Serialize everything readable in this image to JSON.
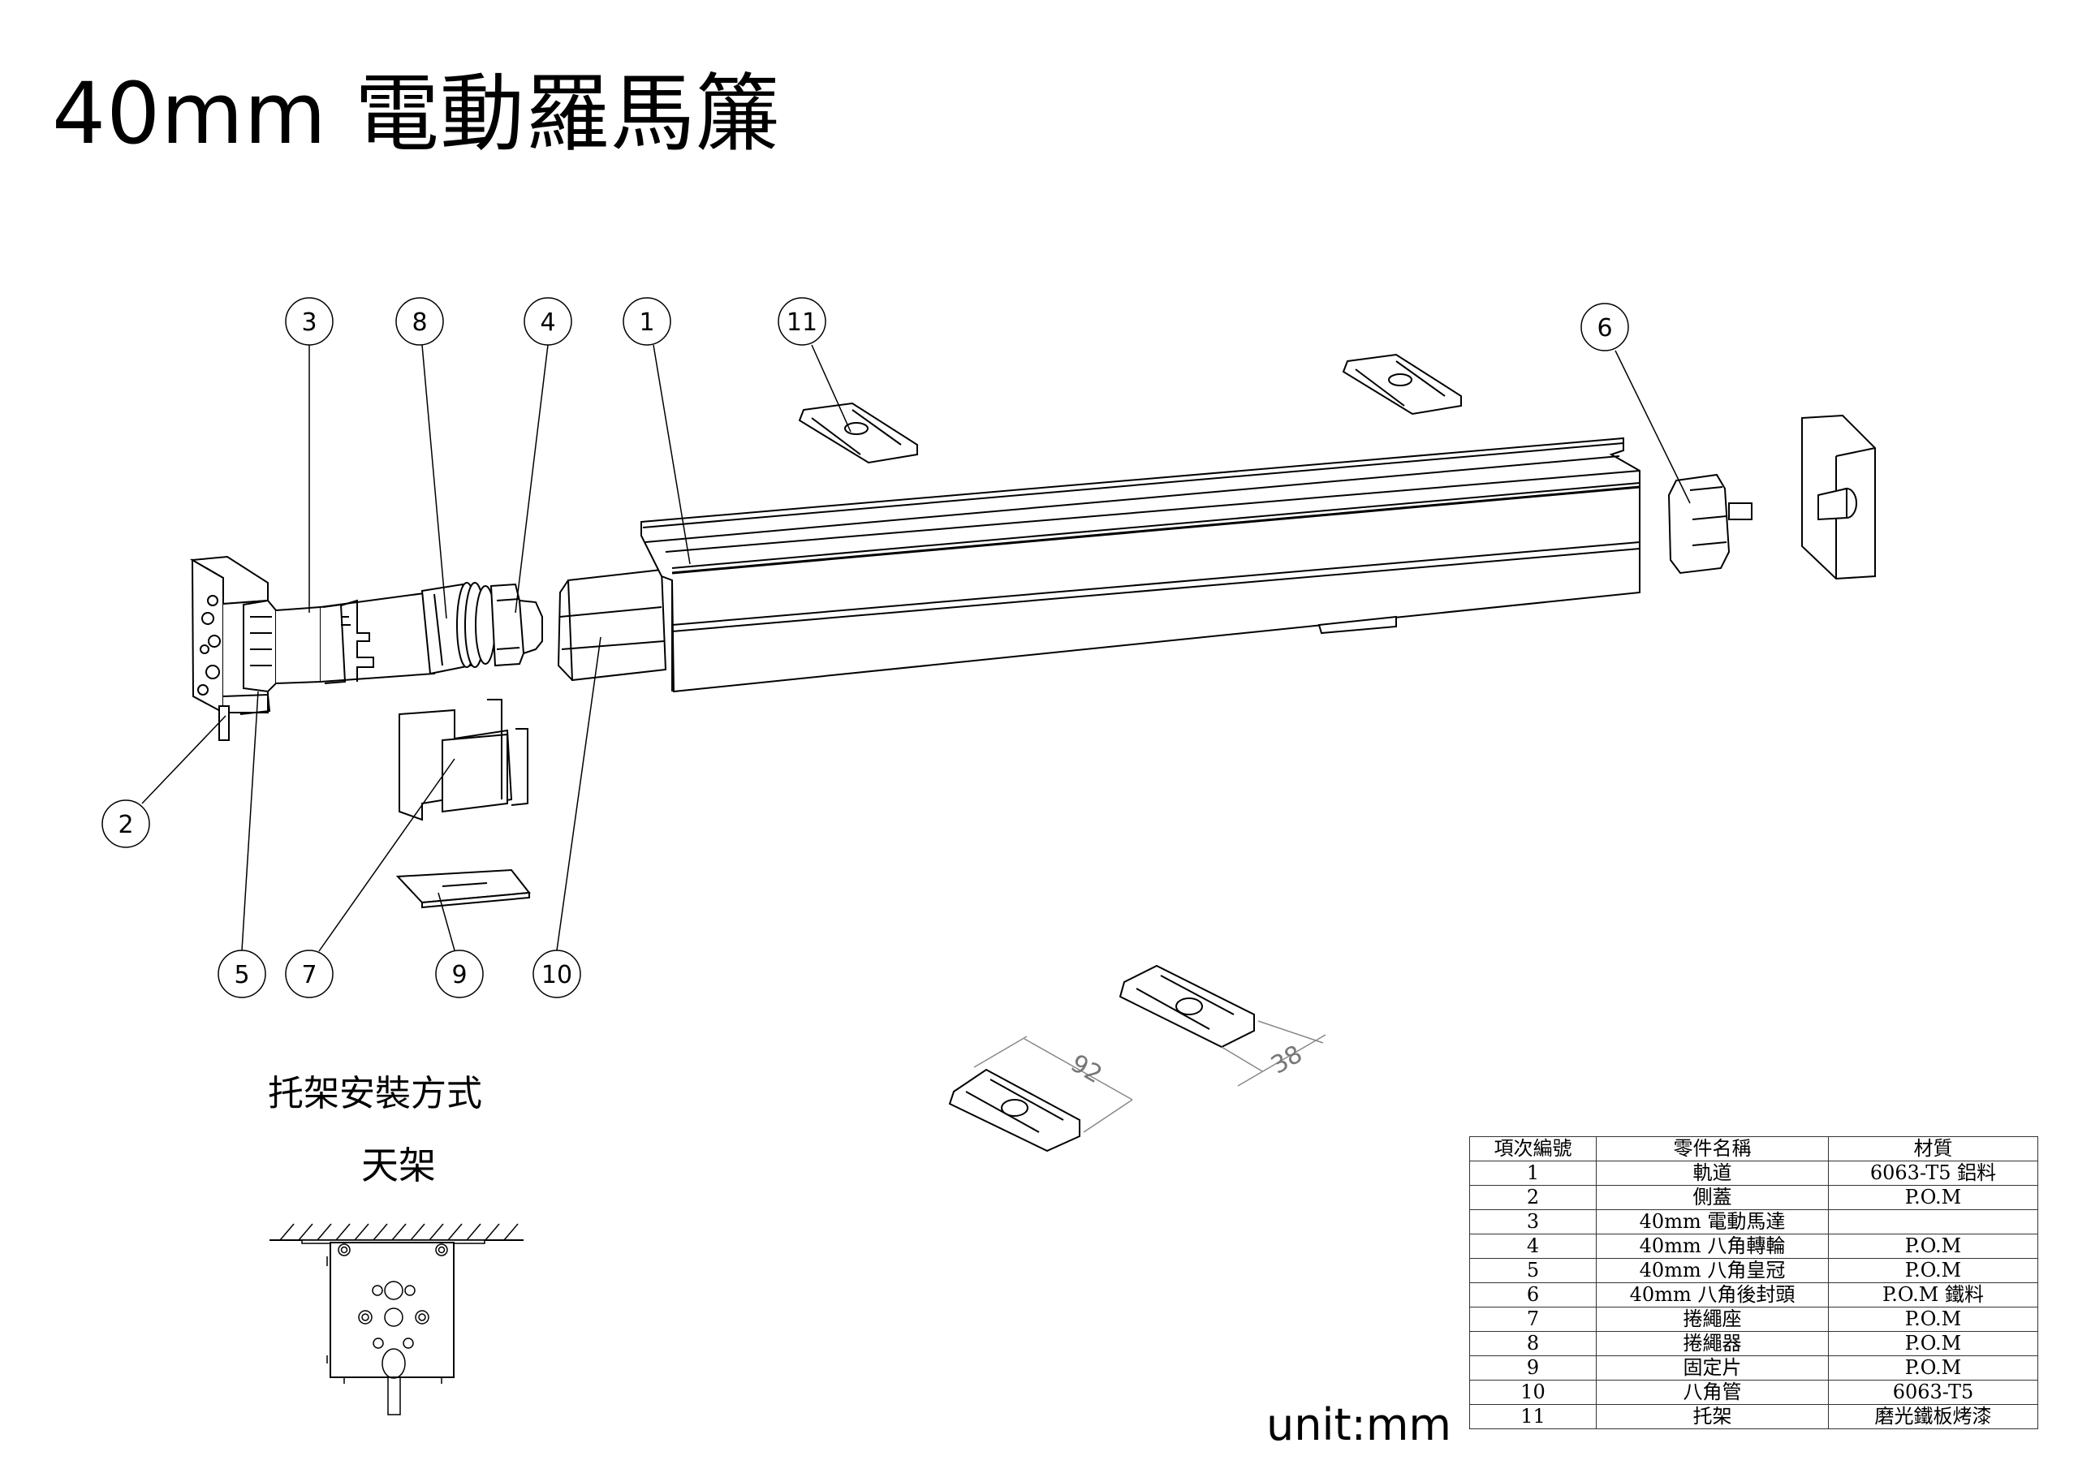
{
  "title": "40mm 電動羅馬簾",
  "callouts": [
    {
      "id": "1",
      "label": "1"
    },
    {
      "id": "2",
      "label": "2"
    },
    {
      "id": "3",
      "label": "3"
    },
    {
      "id": "4",
      "label": "4"
    },
    {
      "id": "5",
      "label": "5"
    },
    {
      "id": "6",
      "label": "6"
    },
    {
      "id": "7",
      "label": "7"
    },
    {
      "id": "8",
      "label": "8"
    },
    {
      "id": "9",
      "label": "9"
    },
    {
      "id": "10",
      "label": "10"
    },
    {
      "id": "11",
      "label": "11"
    }
  ],
  "dimensions": {
    "length": "92",
    "width": "38"
  },
  "mounting": {
    "title": "托架安裝方式",
    "type": "天架"
  },
  "unit_label": "unit:mm",
  "bom": {
    "headers": [
      "項次編號",
      "零件名稱",
      "材質"
    ],
    "rows": [
      {
        "no": "1",
        "name": "軌道",
        "material": "6063-T5 鋁料"
      },
      {
        "no": "2",
        "name": "側蓋",
        "material": "P.O.M"
      },
      {
        "no": "3",
        "name": "40mm 電動馬達",
        "material": ""
      },
      {
        "no": "4",
        "name": "40mm 八角轉輪",
        "material": "P.O.M"
      },
      {
        "no": "5",
        "name": "40mm 八角皇冠",
        "material": "P.O.M"
      },
      {
        "no": "6",
        "name": "40mm 八角後封頭",
        "material": "P.O.M 鐵料"
      },
      {
        "no": "7",
        "name": "捲繩座",
        "material": "P.O.M"
      },
      {
        "no": "8",
        "name": "捲繩器",
        "material": "P.O.M"
      },
      {
        "no": "9",
        "name": "固定片",
        "material": "P.O.M"
      },
      {
        "no": "10",
        "name": "八角管",
        "material": "6063-T5"
      },
      {
        "no": "11",
        "name": "托架",
        "material": "磨光鐵板烤漆"
      }
    ]
  }
}
